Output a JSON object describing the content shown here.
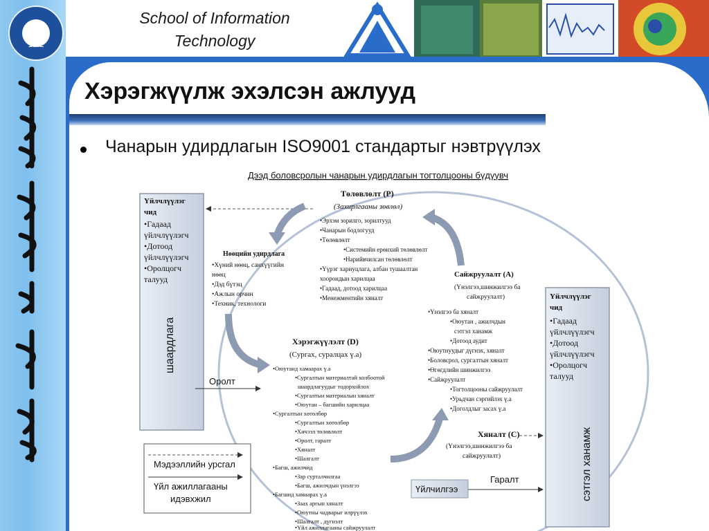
{
  "header": {
    "school_line1": "School of Information",
    "school_line2": "Technology",
    "logo_year": "1942"
  },
  "slide": {
    "title": "Хэрэгжүүлж эхэлсэн ажлууд",
    "bullet": "Чанарын удирдлагын ISO9001 стандартыг нэвтрүүлэх"
  },
  "diagram": {
    "title": "Дээд боловсролын чанарын удирдлагын тогтолцооны бүдүүвч",
    "left_box": {
      "heading1": "Үйлчлүүлэг",
      "heading2": "чид",
      "items": [
        "•Гадаад",
        "үйлчлүүлэгч",
        "•Дотоод",
        "үйлчлүүлэгч",
        "•Оролцогч",
        "талууд"
      ],
      "vertical": "шаардлага"
    },
    "right_box": {
      "heading1": "Үйлчлүүлэг",
      "heading2": "чид",
      "items": [
        "•Гадаад",
        "үйлчлүүлэгч",
        "•Дотоод",
        "үйлчлүүлэгч",
        "•Оролцогч",
        "талууд"
      ],
      "vertical": "сэтгэл ханамж"
    },
    "plan": {
      "title": "Төлөвлөлт (P)",
      "subtitle": "(Захирлгааны зөвлөл)",
      "items": [
        "•Эрхэм зорилго, зорилтууд",
        "•Чанарын бодлогууд",
        "•Төлөвлөлт",
        "•Системийн ерөнхий төлөвлөлт",
        "•Нарийвчилсан төлөвлөлт",
        "•Үүрэг хариуцлага, албан тушаалтан",
        "хоорондын харилцаа",
        "•Гадаад, дотоод харилцаа",
        "•Менежментийн хяналт"
      ]
    },
    "resources": {
      "title": "Нөөцийн удирдлага",
      "items": [
        "•Хүний нөөц, санхүүгийн",
        "нөөц",
        "•Дэд бүтэц",
        "•Ажлын орчин",
        "•Техник, технологи"
      ]
    },
    "improve": {
      "title": "Сайжруулалт (A)",
      "subtitle1": "(Үнэлгээ,шинжилгээ ба",
      "subtitle2": "сайжруулалт)",
      "items": [
        "•Үнэлгээ ба хяналт",
        "•Оюутан , ажилчдын",
        "сэтгэл ханамж",
        "•Дотоод аудит",
        "•Оюутнуудыг дүгнэх, хяналт",
        "•Боловсрол, сургалтын хяналт",
        "•Өгөгдлийн шинжилгээ",
        "•Сайжруулалт",
        "•Тогтолцооны сайжруулалт",
        "•Урьдчан сэргийлэх ү.а",
        "•Доголдлыг засах ү.а"
      ]
    },
    "do": {
      "title": "Хэрэгжүүлэлт (D)",
      "subtitle": "(Сургах, суралцах ү.а)",
      "items": [
        "•Оюутанд хамаарах ү.а",
        "•Сургалтын материалтай холбоотой",
        "шаардлагуудыг тодорхойлох",
        "•Сургалтын материалын хяналт",
        "•Оюутан – багшийн харилцаа",
        "•Сургалтын хөтөлбөр",
        "•Сургалтын хөтөлбөр",
        "•Хичээл төлөвлөлт",
        "•Оролт, гаралт",
        "•Хяналт",
        "•Шалгалт",
        "•Багш, ажилчид",
        "•Зар сурталчилгаа",
        "•Багш, ажилчдын үнэлгээ",
        "•Багшид хамаарах ү.а",
        "•Заах аргын хяналт",
        "•Оюутны чадварыг илрүүлэх",
        "•Шалгалт , дүгнэлт",
        "•Үйл ажиллагааны сайжруулалт"
      ]
    },
    "check": {
      "title": "Хяналт (C)",
      "subtitle1": "(Үнэлгээ,шинжилгээ ба",
      "subtitle2": "сайжруулалт)"
    },
    "input_label": "Оролт",
    "output_label": "Гаралт",
    "service_label": "Үйлчилгээ",
    "legend": {
      "info_flow": "Мэдээллийн урсгал",
      "activity_line1": "Үйл ажиллагааны",
      "activity_line2": "идэвхжил"
    }
  }
}
